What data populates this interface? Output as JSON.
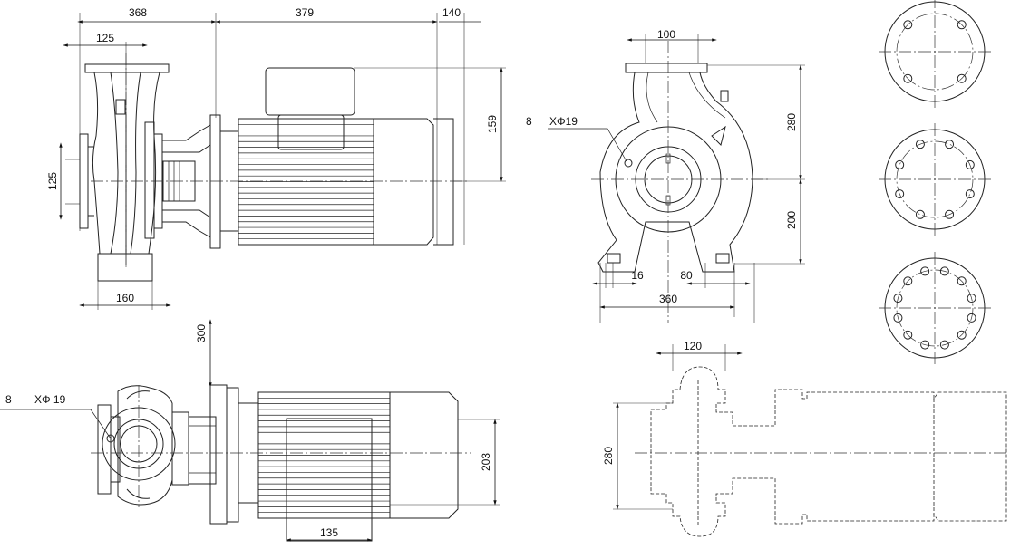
{
  "side_view": {
    "dim_total_pump": "368",
    "dim_motor": "379",
    "dim_fan": "140",
    "dim_discharge": "125",
    "dim_suction_height": "125",
    "dim_box_height": "159",
    "dim_foot": "160"
  },
  "front_view": {
    "dim_flange": "100",
    "dim_upper": "280",
    "dim_lower": "200",
    "hole_count": "8",
    "hole_spec": "XΦ19",
    "dim_foot_hole": "16",
    "dim_foot_edge": "80",
    "dim_width": "360"
  },
  "flanges": {
    "bolt_counts": [
      4,
      8,
      12
    ]
  },
  "top_view": {
    "dim_height": "300",
    "hole_count": "8",
    "hole_spec": "XΦ 19",
    "dim_motor_height": "203",
    "dim_box": "135"
  },
  "outline_view": {
    "dim_flange": "120",
    "dim_height": "280"
  }
}
